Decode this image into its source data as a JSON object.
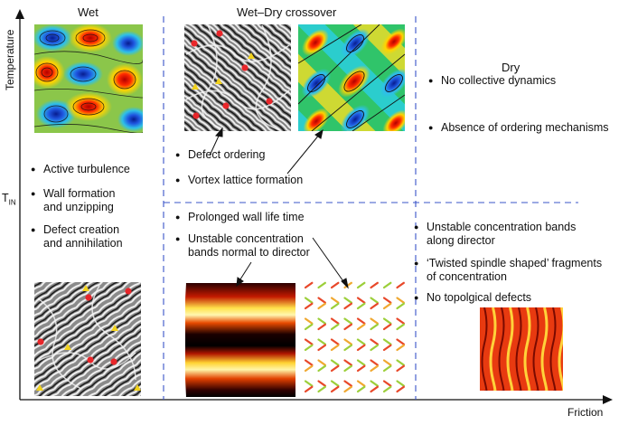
{
  "axes": {
    "y_label": "Temperature",
    "x_label": "Friction",
    "threshold_label": "T",
    "threshold_subscript": "IN"
  },
  "regions": {
    "wet": {
      "title": "Wet",
      "bullets": [
        "Active turbulence",
        "Wall formation",
        "and unzipping",
        "Defect creation",
        "and annihilation"
      ]
    },
    "crossover": {
      "title": "Wet–Dry crossover",
      "upper_bullets": [
        "Defect ordering",
        "Vortex lattice formation"
      ],
      "lower_bullets": [
        "Prolonged wall life time",
        "Unstable concentration",
        "bands normal to director"
      ]
    },
    "dry": {
      "title": "Dry",
      "upper_bullets": [
        "No collective dynamics",
        "Absence of ordering mechanisms"
      ],
      "lower_bullets": [
        "Unstable concentration bands",
        "along director",
        "‘Twisted spindle shaped’ fragments",
        "of concentration",
        "No topolgical defects"
      ]
    }
  },
  "colors": {
    "divider": "#3a54c8",
    "axis": "#111111",
    "defect": "#e8262a",
    "defect_triangle": "#f2d21b"
  }
}
